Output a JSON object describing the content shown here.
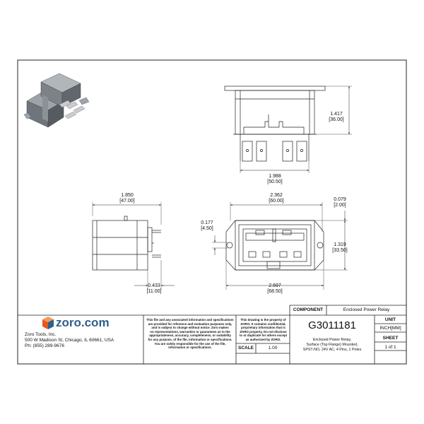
{
  "drawing": {
    "views": {
      "front": {
        "width_label": "1.988",
        "width_label_mm": "[50.50]",
        "height_label": "1.417",
        "height_label_mm": "[36.00]"
      },
      "side": {
        "width_label": "1.850",
        "width_label_mm": "[47.00]",
        "offset_label": "0.433",
        "offset_label_mm": "[11.00]"
      },
      "top": {
        "inner_width_label": "2.362",
        "inner_width_label_mm": "[60.00]",
        "outer_width_label": "2.697",
        "outer_width_label_mm": "[68.50]",
        "flange_label": "0.079",
        "flange_label_mm": "[2.00]",
        "height_label": "1.319",
        "height_label_mm": "[33.50]",
        "hole_label": "0.177",
        "hole_label_mm": "[4.50]"
      }
    }
  },
  "title_block": {
    "logo_text": "zoro.com",
    "company_name": "Zoro Tools, Inc.",
    "address": "500 W Madison St, Chicago, IL 60661, USA",
    "phone": "Ph: (855) 289-9676",
    "disclaimer_lines": [
      "This file and any associated information and specifications",
      "are provided for reference and evaluation purposes only,",
      "and is subject to change without notice. Zoro makes",
      "no representations, warranties or guarantees as to the",
      "appropriateness, accuracy, completeness, or suitability",
      "for any purpose, of the file, information or specifications.",
      "You are solely responsible for the use of the file,",
      "information or specifications."
    ],
    "property_lines": [
      "This drawing is the property of",
      "ZORO. It contains confidential,",
      "proprietary information that is",
      "ZORO property. Do not disclose",
      "to or duplicate for others except",
      "as authorized by ZORO."
    ],
    "scale_label": "SCALE",
    "scale_value": "1.00",
    "component_label": "COMPONENT",
    "component_value": "Enclosed Power Relay",
    "part_number": "G3011181",
    "description_lines": [
      "Enclosed Power Relay,",
      "Surface (Top Flange) Mounted,",
      "SPST-NO, 24V AC, 4 Pins, 1 Poles"
    ],
    "unit_label": "UNIT",
    "unit_value": "INCH[MM]",
    "sheet_label": "SHEET",
    "sheet_value": "1 of 1"
  },
  "colors": {
    "logo_red": "#e8581a",
    "logo_blue": "#2f5f8c",
    "line": "#222222"
  }
}
